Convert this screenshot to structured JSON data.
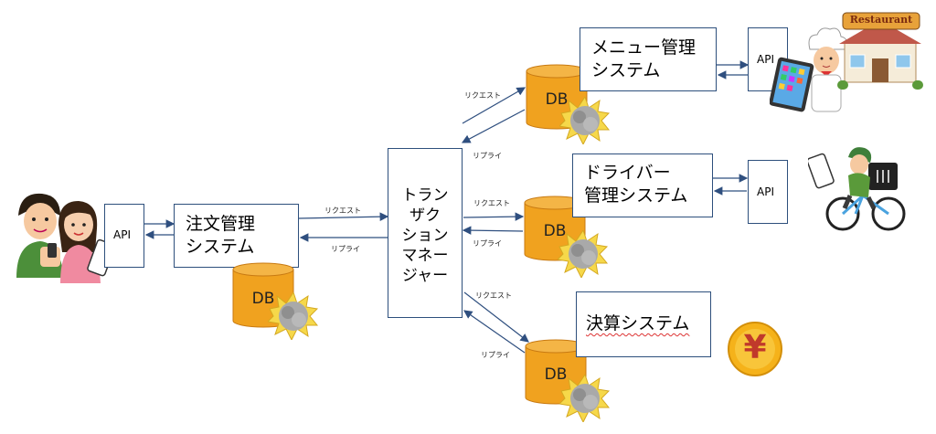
{
  "labels": {
    "api": "API",
    "db": "DB",
    "request": "リクエスト",
    "reply": "リプライ"
  },
  "systems": {
    "order": "注文管理\nシステム",
    "transaction": "トラン\nザク\nション\nマネー\nジャー",
    "menu": "メニュー管理\nシステム",
    "driver": "ドライバー\n管理システム",
    "settlement": "決算システム"
  },
  "icons": {
    "restaurant_sign": "Restaurant",
    "yen_coin": "¥"
  },
  "colors": {
    "box_border": "#2d4f7c",
    "arrow": "#2f4f7f",
    "db_fill": "#f0a21f",
    "db_stroke": "#c87a12",
    "yen_fill": "#f5b21a",
    "yen_mark": "#c0392b"
  }
}
